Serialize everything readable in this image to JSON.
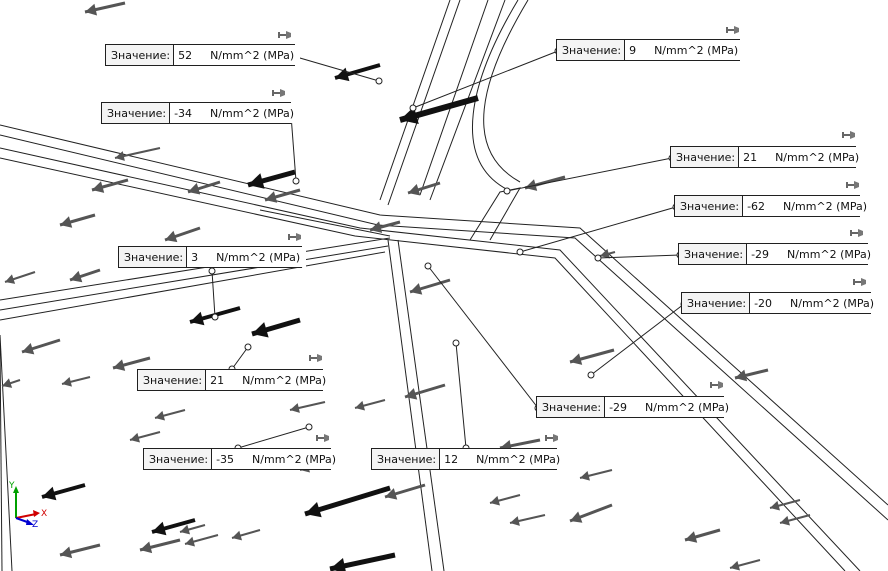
{
  "probe_label": "Значение:",
  "unit": "N/mm^2 (MPa)",
  "probes": [
    {
      "value": "52"
    },
    {
      "value": "9"
    },
    {
      "value": "-34"
    },
    {
      "value": "21"
    },
    {
      "value": "-62"
    },
    {
      "value": "3"
    },
    {
      "value": "-29"
    },
    {
      "value": "-20"
    },
    {
      "value": "21"
    },
    {
      "value": "-29"
    },
    {
      "value": "-35"
    },
    {
      "value": "12"
    }
  ],
  "triad": {
    "x": "X",
    "y": "Y",
    "z": "Z"
  },
  "colors": {
    "arrow": "#111111",
    "arrow_light": "#555555",
    "triad_x": "#d00000",
    "triad_y": "#00a000",
    "triad_z": "#0000d0"
  }
}
